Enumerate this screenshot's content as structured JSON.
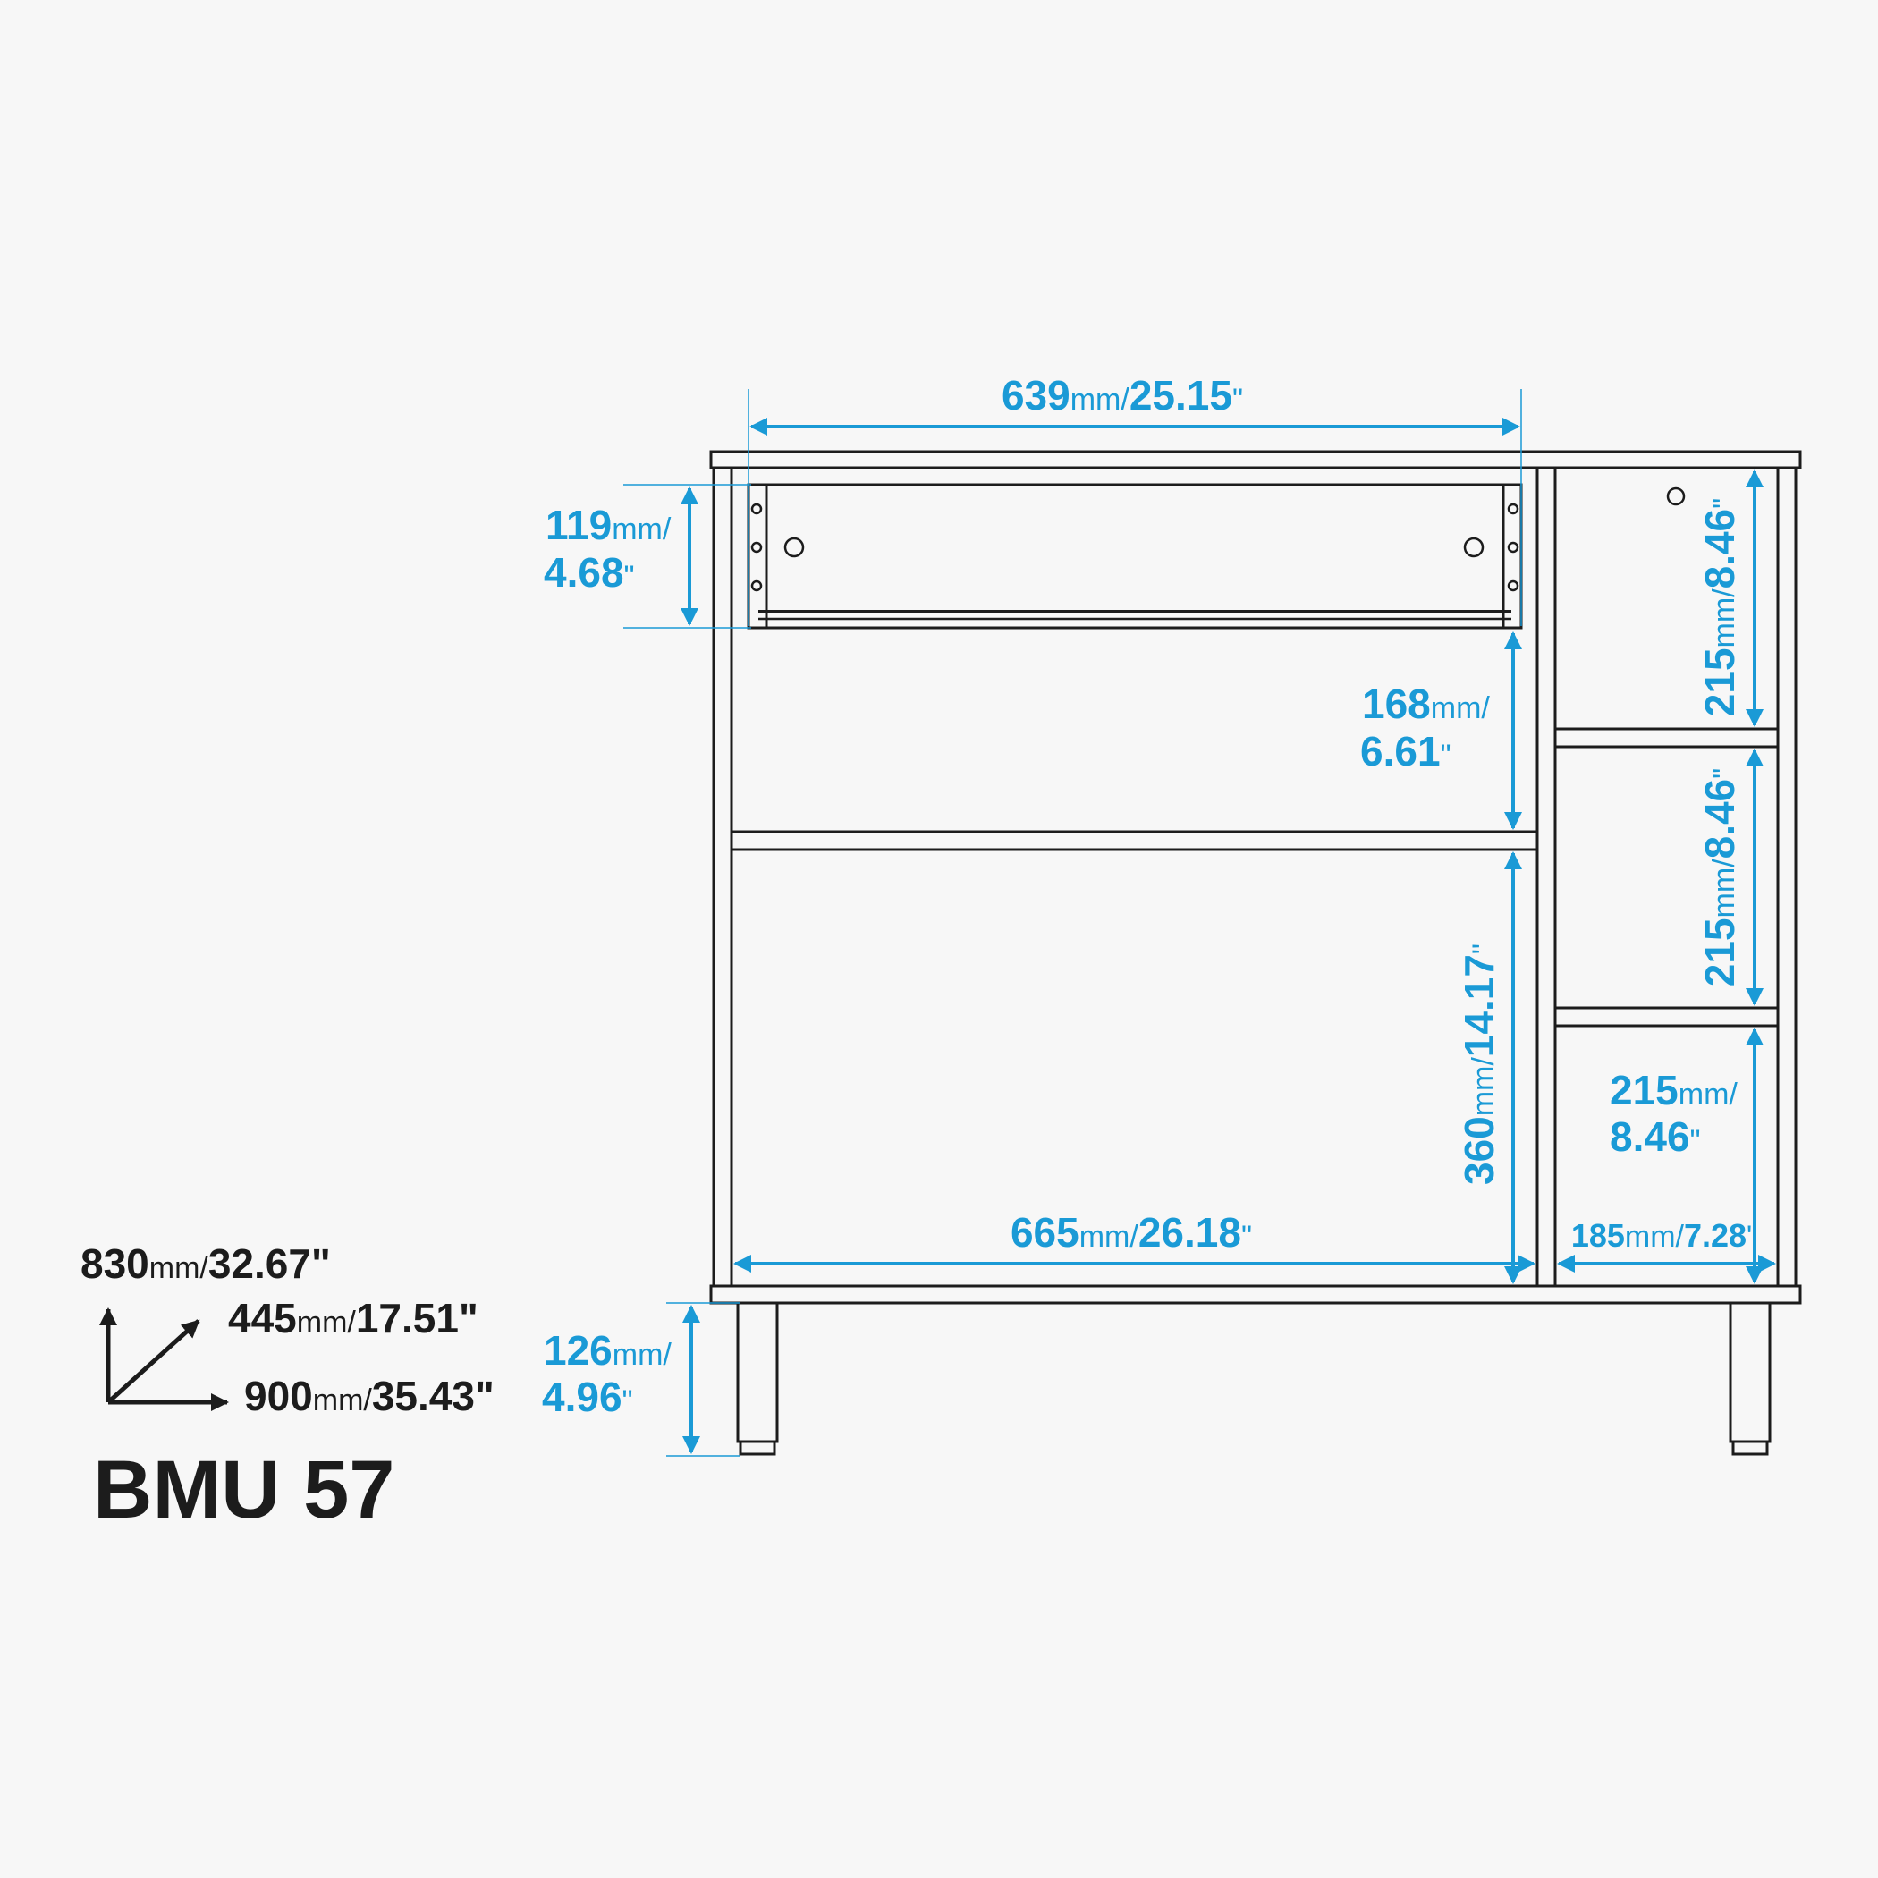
{
  "title": "BMU 57",
  "colors": {
    "accent": "#1a9ad6",
    "ink": "#1c1c1c",
    "background": "#f7f7f7"
  },
  "dimensions": {
    "top_width": {
      "mm": "639",
      "unit": "mm/",
      "in": "25.15",
      "in_unit": "\""
    },
    "drawer_height": {
      "mm": "119",
      "unit": "mm/",
      "in": "4.68",
      "in_unit": "\""
    },
    "upper_shelf": {
      "mm": "168",
      "unit": "mm/",
      "in": "6.61",
      "in_unit": "\""
    },
    "lower_shelf": {
      "mm": "360",
      "unit": "mm/",
      "in": "14.17",
      "in_unit": "\""
    },
    "bottom_width": {
      "mm": "665",
      "unit": "mm/",
      "in": "26.18",
      "in_unit": "\""
    },
    "side_width": {
      "mm": "185",
      "unit": "mm/",
      "in": "7.28",
      "in_unit": "\""
    },
    "cubby_1": {
      "mm": "215",
      "unit": "mm/",
      "in": "8.46",
      "in_unit": "\""
    },
    "cubby_2": {
      "mm": "215",
      "unit": "mm/",
      "in": "8.46",
      "in_unit": "\""
    },
    "cubby_3": {
      "mm": "215",
      "unit": "mm/",
      "in": "8.46",
      "in_unit": "\""
    },
    "leg_height": {
      "mm": "126",
      "unit": "mm/",
      "in": "4.96",
      "in_unit": "\""
    }
  },
  "overall": {
    "height": {
      "mm": "830",
      "unit": "mm/",
      "in": "32.67",
      "in_unit": "\""
    },
    "depth": {
      "mm": "445",
      "unit": "mm/",
      "in": "17.51",
      "in_unit": "\""
    },
    "width": {
      "mm": "900",
      "unit": "mm/",
      "in": "35.43",
      "in_unit": "\""
    }
  }
}
